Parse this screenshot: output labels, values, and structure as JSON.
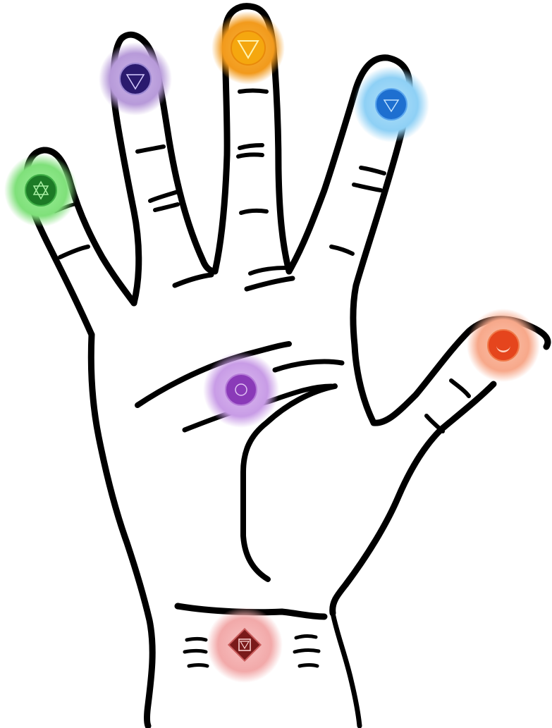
{
  "illustration": {
    "subject": "hand-outline",
    "line_color": "#000000",
    "background": "#ffffff"
  },
  "chakras": [
    {
      "id": "crown",
      "placement": "middle-fingertip",
      "color": "#f29a1c",
      "core": "#f5a70f",
      "symbol": "lotus-downward-triangle-icon"
    },
    {
      "id": "third-eye",
      "placement": "index-fingertip",
      "color": "#b79ad9",
      "core": "#2a1a6e",
      "symbol": "eye-triangle-icon"
    },
    {
      "id": "throat",
      "placement": "ring-fingertip",
      "color": "#8ed0f5",
      "core": "#1e6fd0",
      "symbol": "circle-triangle-icon"
    },
    {
      "id": "heart",
      "placement": "little-fingertip",
      "color": "#7fe07a",
      "core": "#1c7a26",
      "symbol": "hexagram-icon"
    },
    {
      "id": "sacral",
      "placement": "thumb-tip",
      "color": "#f7a88a",
      "core": "#e5451d",
      "symbol": "crescent-icon"
    },
    {
      "id": "solar-plexus",
      "placement": "palm-center",
      "color": "#c89ce6",
      "core": "#8a3ab8",
      "symbol": "lotus-icon"
    },
    {
      "id": "root",
      "placement": "wrist",
      "color": "#f2a9a9",
      "core": "#7a1a1a",
      "symbol": "square-triangle-icon"
    }
  ]
}
